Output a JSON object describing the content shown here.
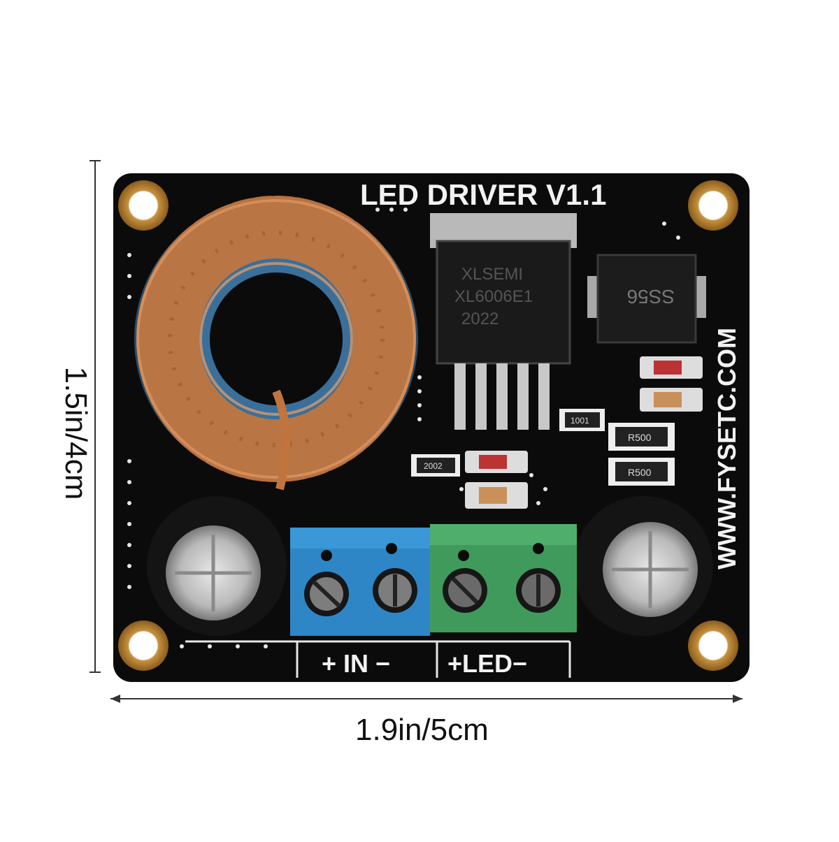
{
  "dimensions": {
    "width_label": "1.9in/5cm",
    "height_label": "1.5in/4cm"
  },
  "board": {
    "title": "LED DRIVER V1.1",
    "website": "WWW.FYSETC.COM",
    "input_label": "+ IN −",
    "output_label": "+LED−",
    "ic_markings": [
      "XLSEMI",
      "XL6006E1",
      "2022"
    ],
    "diode_marking": "SS56",
    "resistor_markings": [
      "1001",
      "R500",
      "R500",
      "2002"
    ],
    "colors": {
      "pcb": "#0b0b0b",
      "copper": "#c0753f",
      "input_terminal": "#2f86c6",
      "output_terminal": "#3f9a5c"
    }
  }
}
